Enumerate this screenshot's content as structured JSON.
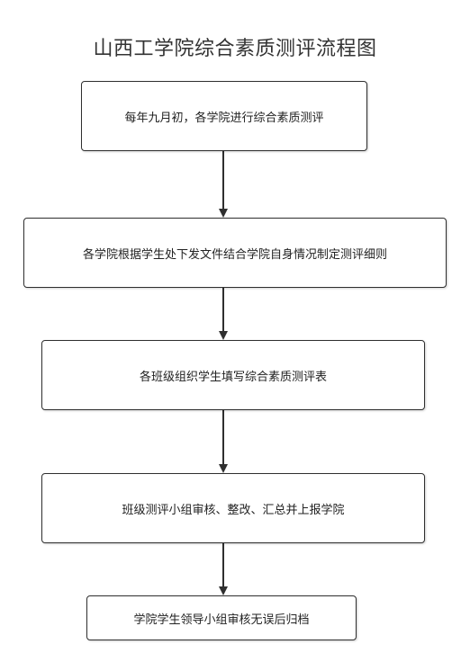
{
  "title": "山西工学院综合素质测评流程图",
  "steps": [
    {
      "text": "每年九月初，各学院进行综合素质测评"
    },
    {
      "text": "各学院根据学生处下发文件结合学院自身情况制定测评细则"
    },
    {
      "text": "各班级组织学生填写综合素质测评表"
    },
    {
      "text": "班级测评小组审核、整改、汇总并上报学院"
    },
    {
      "text": "学院学生领导小组审核无误后归档"
    }
  ],
  "colors": {
    "stroke": "#2f2f2f",
    "text": "#222222",
    "title": "#333333",
    "background": "#ffffff"
  }
}
